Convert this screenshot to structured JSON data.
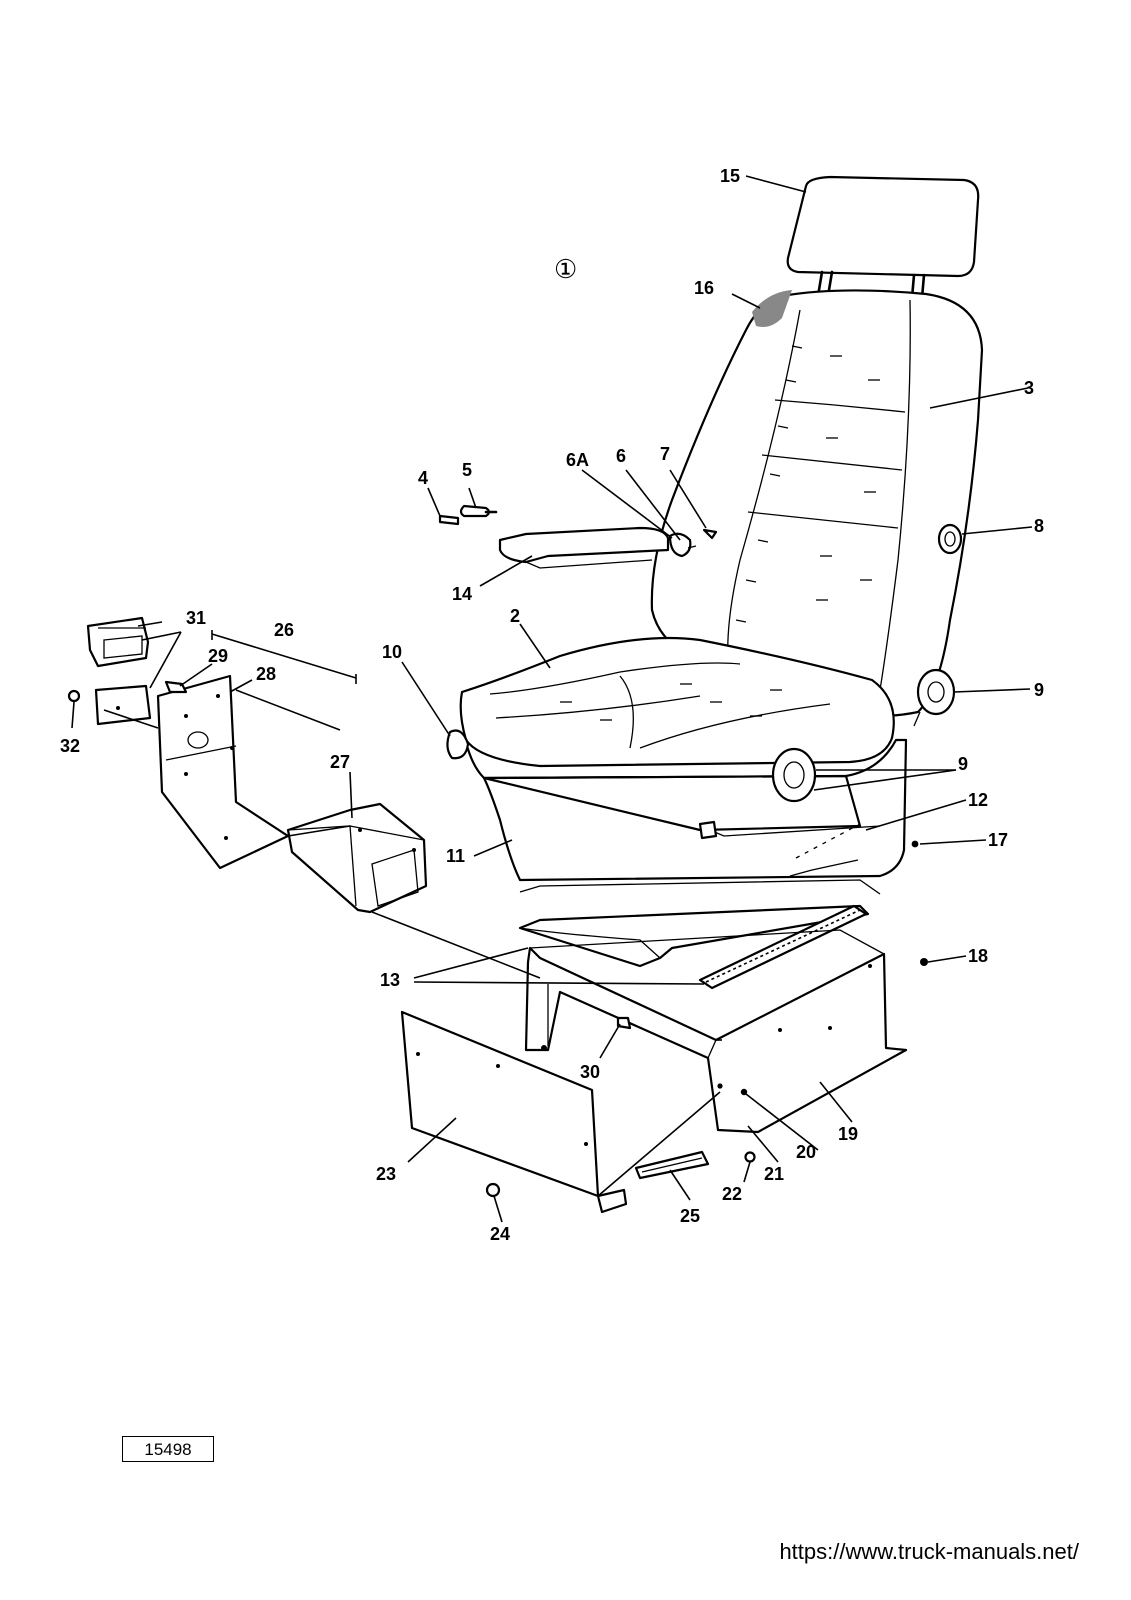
{
  "diagram": {
    "group_number": "①",
    "callouts": [
      "15",
      "16",
      "3",
      "4",
      "5",
      "6A",
      "6",
      "7",
      "8",
      "14",
      "2",
      "31",
      "26",
      "29",
      "28",
      "10",
      "9",
      "9",
      "27",
      "12",
      "17",
      "32",
      "11",
      "13",
      "18",
      "30",
      "19",
      "20",
      "23",
      "21",
      "22",
      "25",
      "24"
    ]
  },
  "figure_number": "15498",
  "source_url": "https://www.truck-manuals.net/"
}
